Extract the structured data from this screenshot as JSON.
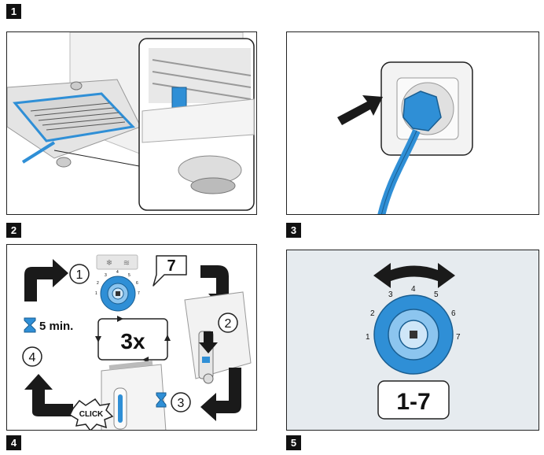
{
  "step_tags": [
    "1",
    "2",
    "3",
    "4",
    "5"
  ],
  "step4": {
    "circle_1": "1",
    "circle_2": "2",
    "circle_3": "3",
    "circle_4": "4",
    "setting_callout": "7",
    "repeat_label": "3x",
    "timer_label": "5 min.",
    "click_label": "CLICK",
    "dial_numbers": [
      "1",
      "2",
      "3",
      "4",
      "5",
      "6",
      "7"
    ]
  },
  "step5": {
    "dial_numbers": [
      "1",
      "2",
      "3",
      "4",
      "5",
      "6",
      "7"
    ],
    "range_label": "1-7"
  },
  "colors": {
    "accent_blue": "#2f8fd6",
    "dark": "#1a1a1a",
    "panel_bg_step5": "#e6ebef"
  }
}
